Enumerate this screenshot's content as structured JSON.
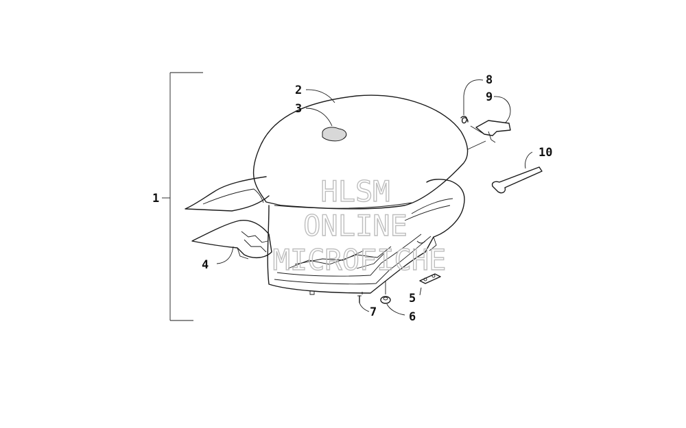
{
  "callouts": {
    "c1": "1",
    "c2": "2",
    "c3": "3",
    "c4": "4",
    "c5": "5",
    "c6": "6",
    "c7": "7",
    "c8": "8",
    "c9": "9",
    "c10": "10"
  },
  "watermark": {
    "line1": "HLSM",
    "line2": "ONLINE",
    "line3": "MICROFICHE"
  }
}
